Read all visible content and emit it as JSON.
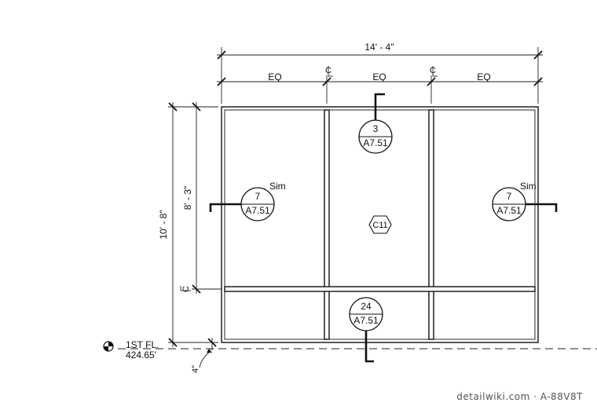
{
  "dimensions": {
    "overall_width": "14' - 4\"",
    "bay_labels": [
      "EQ",
      "EQ",
      "EQ"
    ],
    "overall_height": "10' - 8\"",
    "sub_height": "8' - 3\"",
    "offset": "4\""
  },
  "centerline_mark": "C̲L",
  "level": {
    "name": "1ST FL.",
    "elevation": "424.65'"
  },
  "type_tag": "C11",
  "section_tags": [
    {
      "id": "top",
      "number": "3",
      "sheet": "A7.51",
      "note": ""
    },
    {
      "id": "left",
      "number": "7",
      "sheet": "A7.51",
      "note": "Sim"
    },
    {
      "id": "right",
      "number": "7",
      "sheet": "A7.51",
      "note": "Sim"
    },
    {
      "id": "bottom",
      "number": "24",
      "sheet": "A7.51",
      "note": ""
    }
  ],
  "watermark": "detailwiki.com · A-88V8T"
}
